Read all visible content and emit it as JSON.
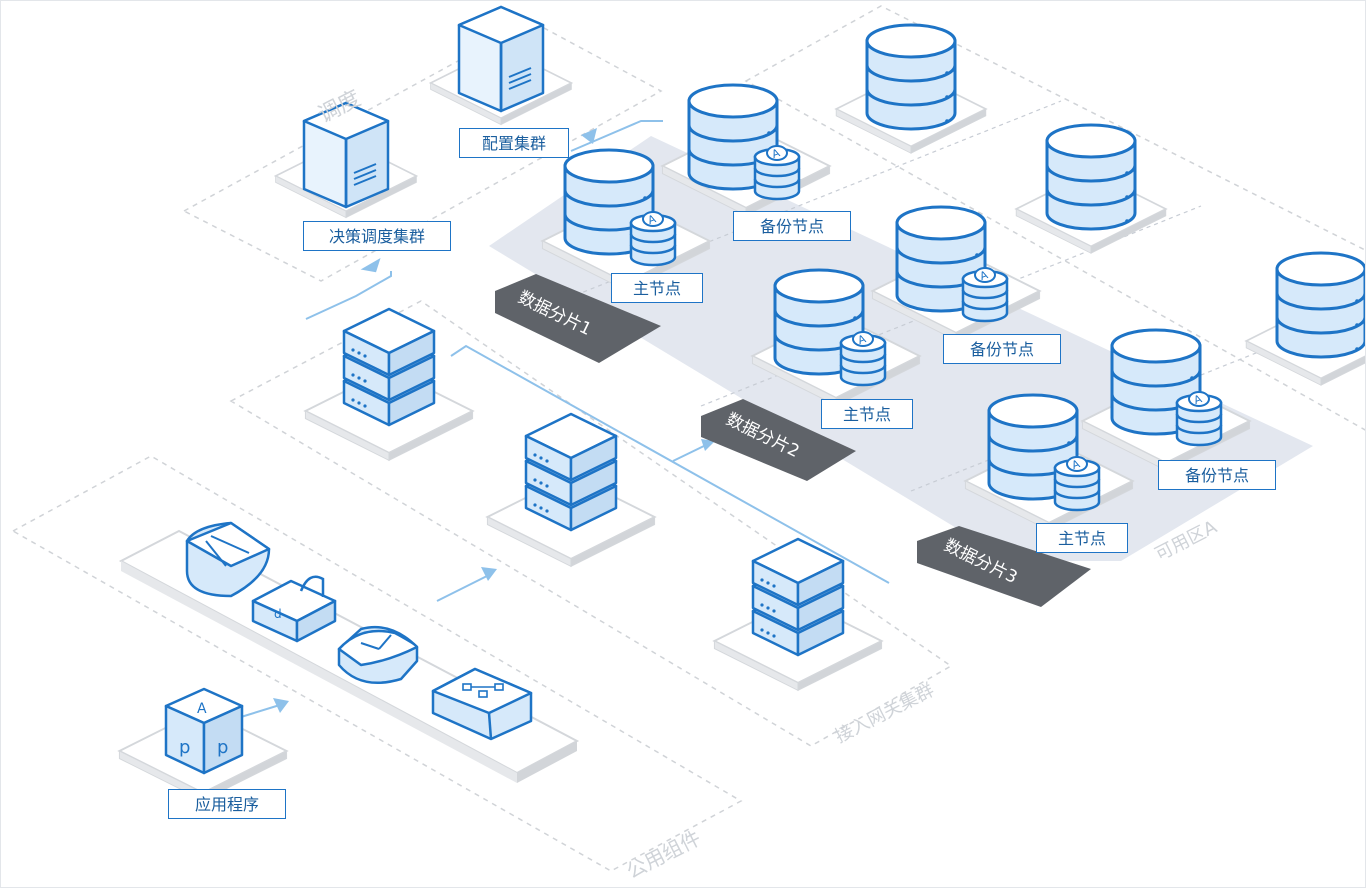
{
  "zones": {
    "schedule": "调度",
    "gateway": "接入网关集群",
    "common": "公用组件",
    "availability": "可用区A"
  },
  "labels": {
    "config_cluster": "配置集群",
    "decision_cluster": "决策调度集群",
    "application": "应用程序"
  },
  "shards": [
    {
      "name": "数据分片1",
      "primary": "主节点",
      "backup": "备份节点"
    },
    {
      "name": "数据分片2",
      "primary": "主节点",
      "backup": "备份节点"
    },
    {
      "name": "数据分片3",
      "primary": "主节点",
      "backup": "备份节点"
    }
  ],
  "colors": {
    "accent": "#1e74c6",
    "fill": "#d6e9fa",
    "shard_bg": "#e3e7ef",
    "shard_tag": "#5f6369"
  }
}
